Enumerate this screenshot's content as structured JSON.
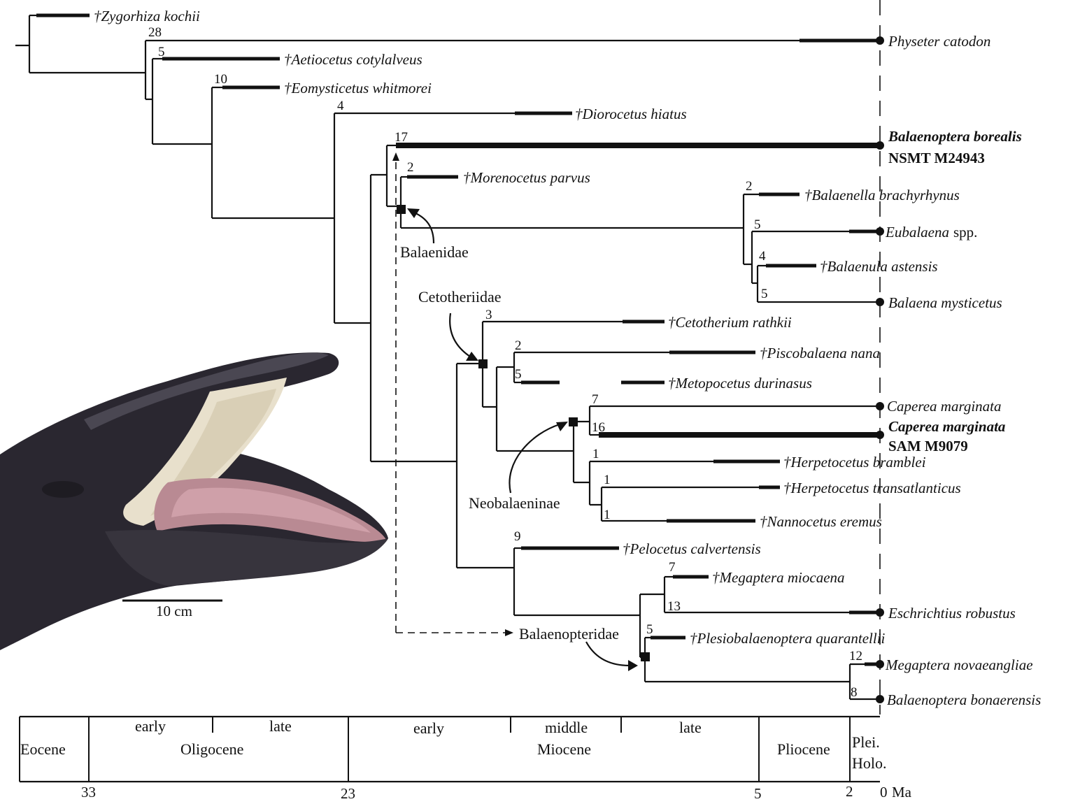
{
  "taxa": [
    {
      "id": "zygorhiza",
      "label": "†Zygorhiza kochii"
    },
    {
      "id": "physeter",
      "label": "Physeter catodon"
    },
    {
      "id": "aetiocetus",
      "label": "†Aetiocetus cotylalveus"
    },
    {
      "id": "eomysticetus",
      "label": "†Eomysticetus whitmorei"
    },
    {
      "id": "diorocetus",
      "label": "†Diorocetus hiatus"
    },
    {
      "id": "b_borealis",
      "label": "Balaenoptera borealis",
      "specimen": "NSMT M24943"
    },
    {
      "id": "morenocetus",
      "label": "†Morenocetus parvus"
    },
    {
      "id": "balaenella",
      "label": "†Balaenella brachyrhynus"
    },
    {
      "id": "eubalaena",
      "label": "Eubalaena",
      "suffix": "spp."
    },
    {
      "id": "balaenula",
      "label": "†Balaenula astensis"
    },
    {
      "id": "balaena",
      "label": "Balaena mysticetus"
    },
    {
      "id": "cetotherium",
      "label": "†Cetotherium rathkii"
    },
    {
      "id": "piscobalaena",
      "label": "†Piscobalaena nana"
    },
    {
      "id": "metopocetus",
      "label": "†Metopocetus durinasus"
    },
    {
      "id": "caperea",
      "label": "Caperea marginata"
    },
    {
      "id": "caperea_sam",
      "label": "Caperea marginata",
      "specimen": "SAM M9079"
    },
    {
      "id": "herp_bramblei",
      "label": "†Herpetocetus bramblei"
    },
    {
      "id": "herp_trans",
      "label": "†Herpetocetus transatlanticus"
    },
    {
      "id": "nannocetus",
      "label": "†Nannocetus eremus"
    },
    {
      "id": "pelocetus",
      "label": "†Pelocetus calvertensis"
    },
    {
      "id": "meg_miocaena",
      "label": "†Megaptera miocaena"
    },
    {
      "id": "eschrichtius",
      "label": "Eschrichtius robustus"
    },
    {
      "id": "plesiobalaenoptera",
      "label": "†Plesiobalaenoptera quarantellii"
    },
    {
      "id": "meg_novae",
      "label": "Megaptera novaeangliae"
    },
    {
      "id": "b_bonaerensis",
      "label": "Balaenoptera bonaerensis"
    }
  ],
  "node_support": [
    "28",
    "5",
    "10",
    "4",
    "17",
    "2",
    "2",
    "5",
    "4",
    "5",
    "3",
    "2",
    "5",
    "7",
    "16",
    "1",
    "1",
    "1",
    "9",
    "7",
    "13",
    "5",
    "12",
    "8"
  ],
  "clades": {
    "balaenidae": "Balaenidae",
    "cetotheriidae": "Cetotheriidae",
    "neobalaeninae": "Neobalaeninae",
    "balaenopteridae": "Balaenopteridae"
  },
  "timescale": {
    "epochs": [
      "Eocene",
      "Oligocene",
      "Miocene",
      "Pliocene"
    ],
    "pleistocene": "Plei.",
    "holocene": "Holo.",
    "subdivisions": {
      "oligocene_early": "early",
      "oligocene_late": "late",
      "miocene_early": "early",
      "miocene_middle": "middle",
      "miocene_late": "late"
    },
    "ticks": [
      "33",
      "23",
      "5",
      "2",
      "0"
    ],
    "unit": "Ma"
  },
  "photo_scale_bar": "10 cm"
}
